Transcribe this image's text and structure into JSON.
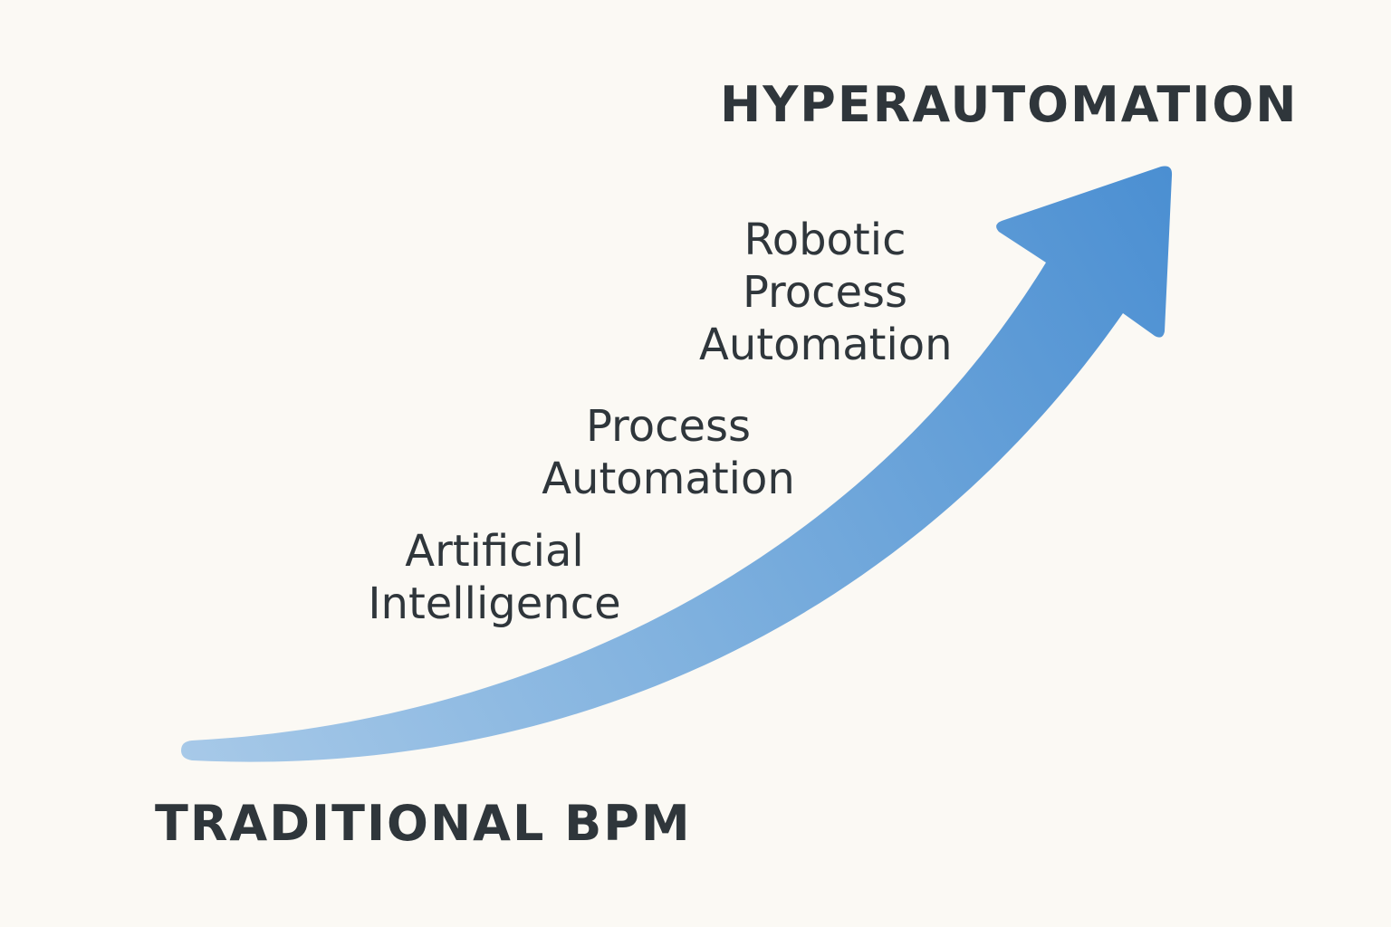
{
  "diagram": {
    "start_label": "TRADITIONAL BPM",
    "end_label": "HYPERAUTOMATION",
    "stages": [
      {
        "lines": [
          "Artificial",
          "Intelligence"
        ]
      },
      {
        "lines": [
          "Process",
          "Automation"
        ]
      },
      {
        "lines": [
          "Robotic",
          "Process",
          "Automation"
        ]
      }
    ],
    "arrow": {
      "color_start": "#a7c9e8",
      "color_end": "#4b8fd2",
      "direction": "up-right"
    },
    "text_color": "#2f363b",
    "background": "#fbf9f4"
  }
}
